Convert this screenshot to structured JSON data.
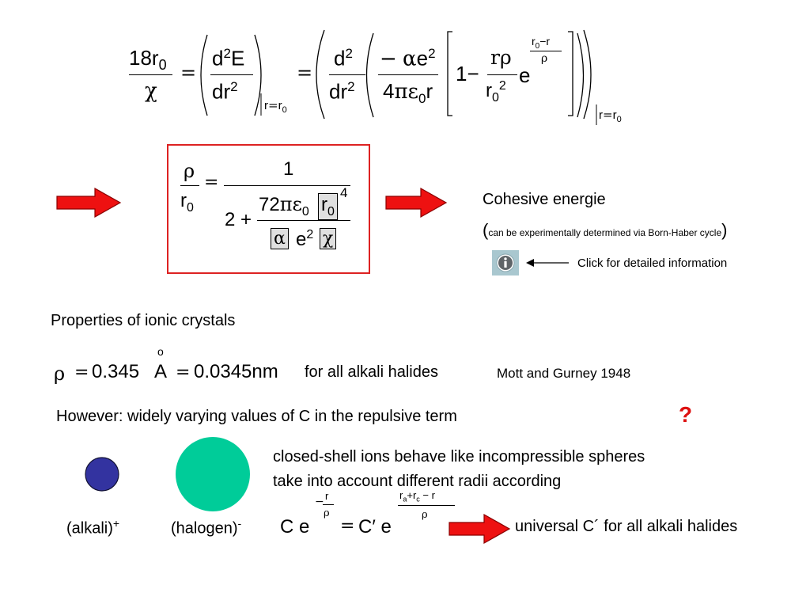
{
  "equation1": {
    "lhs_num_coef": "18",
    "lhs_num_var": "r",
    "lhs_num_sub": "0",
    "lhs_den": "χ",
    "eq": "=",
    "deriv_num": "d",
    "deriv_num_sup": "2",
    "deriv_num_var": "E",
    "deriv_den": "dr",
    "deriv_den_sup": "2",
    "eval_a": "r",
    "eval_eq": "=",
    "eval_b": "r",
    "eval_sub": "0",
    "eq2": "=",
    "d2_num": "d",
    "d2_num_sup": "2",
    "d2_den": "dr",
    "d2_den_sup": "2",
    "inner_num_minus": "−",
    "inner_num_alpha": "α",
    "inner_num_e": "e",
    "inner_num_sup": "2",
    "inner_den_coef": "4",
    "inner_den_pi_eps": "πε",
    "inner_den_sub": "0",
    "inner_den_r": "r",
    "one_minus": "1−",
    "frac_num": "rρ",
    "frac_den": "r",
    "frac_den_sub": "0",
    "frac_den_sup": "2",
    "exp_base": "e",
    "exp_num_r0": "r",
    "exp_num_sub": "0",
    "exp_num_minus_r": "−r",
    "exp_den": "ρ",
    "eval2_a": "r",
    "eval2_eq": "=",
    "eval2_b": "r",
    "eval2_sub": "0"
  },
  "equation2": {
    "lhs_num": "ρ",
    "lhs_den": "r",
    "lhs_den_sub": "0",
    "eq": "=",
    "num": "1",
    "two_plus": "2 +",
    "sub_num_coef": "72",
    "sub_num_pi_eps": "πε",
    "sub_num_sub": "0",
    "sub_num_r": "r",
    "sub_num_r_sub": "0",
    "sub_num_sup": "4",
    "sub_den_alpha": "α",
    "sub_den_e": "e",
    "sub_den_sup": "2",
    "sub_den_chi": "χ"
  },
  "cohesive": {
    "title": "Cohesive energie",
    "open_paren": "(",
    "note": "can be experimentally determined via Born-Haber cycle",
    "close_paren": ")",
    "info_text": "Click for detailed information"
  },
  "properties_heading": "Properties of ionic crystals",
  "rho_equation": {
    "rho": "ρ",
    "eq1": "=",
    "value_a": "0.345",
    "unit_ring": "o",
    "unit_a": "A",
    "eq2": "=",
    "value_nm": "0.0345nm"
  },
  "for_all_alkali": "for all alkali halides",
  "mott_gurney": "Mott and Gurney 1948",
  "however_text": "However: widely varying values of C in the repulsive term",
  "question_mark": "?",
  "closed_shell_line1": "closed-shell ions behave like incompressible spheres",
  "closed_shell_line2": "take into account different radii according",
  "alkali_label": "(alkali)",
  "alkali_sup": "+",
  "halogen_label": "(halogen)",
  "halogen_sup": "-",
  "c_equation": {
    "c_left": "C e",
    "exp1_minus": "−",
    "exp1_num": "r",
    "exp1_den": "ρ",
    "eq": "=",
    "c_right": "C′ e",
    "exp2_num_ra": "r",
    "exp2_num_ra_sub": "a",
    "exp2_num_plus": "+r",
    "exp2_num_rc_sub": "c",
    "exp2_num_minus": "− r",
    "exp2_den": "ρ"
  },
  "universal_text": "universal C´ for all alkali halides",
  "colors": {
    "arrow_red": "#ee1111",
    "arrow_dark": "#8a0000",
    "box_border": "#dd2222",
    "alkali_circle": "#3333a0",
    "halogen_circle": "#00cc99",
    "question": "#dd1111",
    "info_bg": "#a9c7cf"
  }
}
